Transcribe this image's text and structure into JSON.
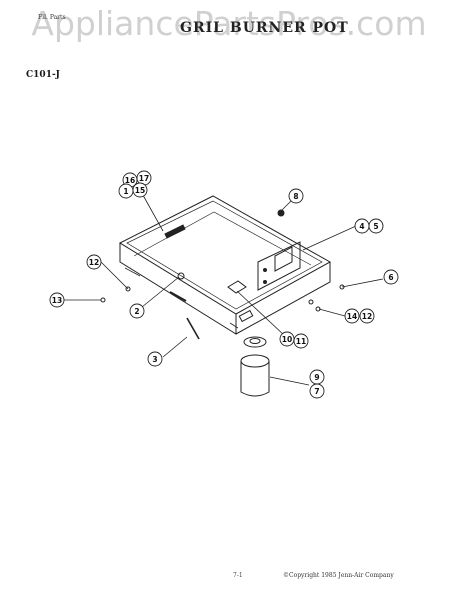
{
  "watermark": "AppliancePartsPros.com",
  "header": {
    "small_text": "Fil. Parts",
    "title": "GRIL BURNER POT",
    "model": "C101-J"
  },
  "footer": {
    "page": "7-1",
    "copyright": "©Copyright 1985 Jenn-Air Company"
  },
  "callouts": [
    {
      "id": "c16",
      "label": "16"
    },
    {
      "id": "c17",
      "label": "17"
    },
    {
      "id": "c1",
      "label": "1"
    },
    {
      "id": "c15",
      "label": "15"
    },
    {
      "id": "c8",
      "label": "8"
    },
    {
      "id": "c4",
      "label": "4"
    },
    {
      "id": "c5",
      "label": "5"
    },
    {
      "id": "c12a",
      "label": "12"
    },
    {
      "id": "c6",
      "label": "6"
    },
    {
      "id": "c13",
      "label": "13"
    },
    {
      "id": "c2",
      "label": "2"
    },
    {
      "id": "c14",
      "label": "14"
    },
    {
      "id": "c12b",
      "label": "12"
    },
    {
      "id": "c10",
      "label": "10"
    },
    {
      "id": "c11",
      "label": "11"
    },
    {
      "id": "c3",
      "label": "3"
    },
    {
      "id": "c9",
      "label": "9"
    },
    {
      "id": "c7",
      "label": "7"
    }
  ]
}
